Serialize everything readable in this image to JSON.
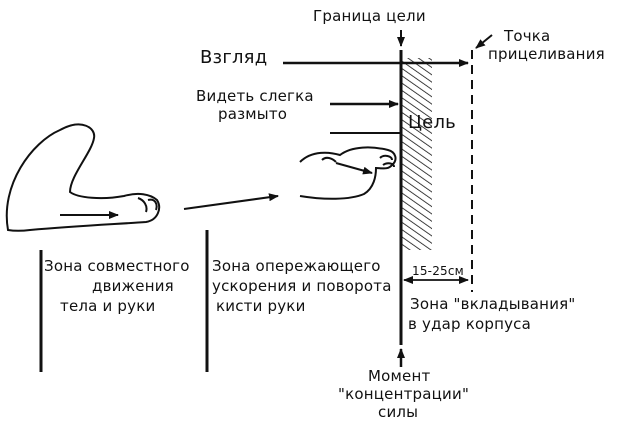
{
  "labels": {
    "target_border": "Граница цели",
    "aim_point_1": "Точка",
    "aim_point_2": "прицеливания",
    "gaze": "Взгляд",
    "see_blurred_1": "Видеть слегка",
    "see_blurred_2": "размыто",
    "target": "Цель",
    "zone_joint_1": "Зона совместного",
    "zone_joint_2": "движения",
    "zone_joint_3": "тела и руки",
    "zone_accel_1": "Зона опережающего",
    "zone_accel_2": "ускорения и поворота",
    "zone_accel_3": "кисти руки",
    "distance": "15-25см",
    "zone_insert_1": "Зона \"вкладывания\"",
    "zone_insert_2": "в удар корпуса",
    "moment_1": "Момент",
    "moment_2": "\"концентрации\"",
    "moment_3": "силы"
  },
  "colors": {
    "ink": "#111111",
    "background": "#ffffff"
  }
}
